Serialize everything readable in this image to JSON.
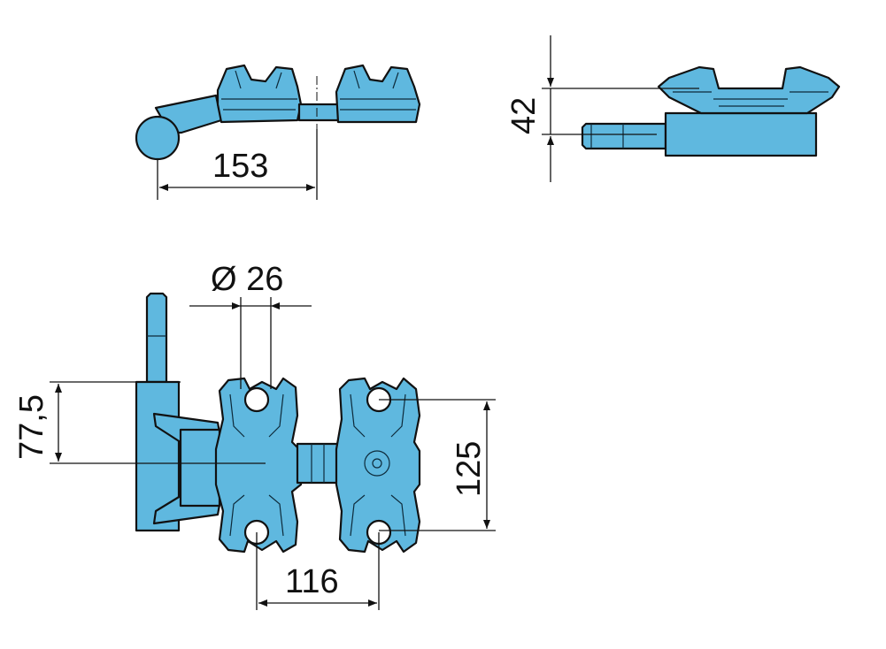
{
  "colors": {
    "part_fill": "#5fb8df",
    "outline": "#111111",
    "background": "#ffffff"
  },
  "dimensions": {
    "side_length": "153",
    "end_height": "42",
    "pin_diameter": "Ø 26",
    "offset_vertical": "77,5",
    "hole_spacing_vertical": "125",
    "hole_spacing_horizontal": "116"
  }
}
